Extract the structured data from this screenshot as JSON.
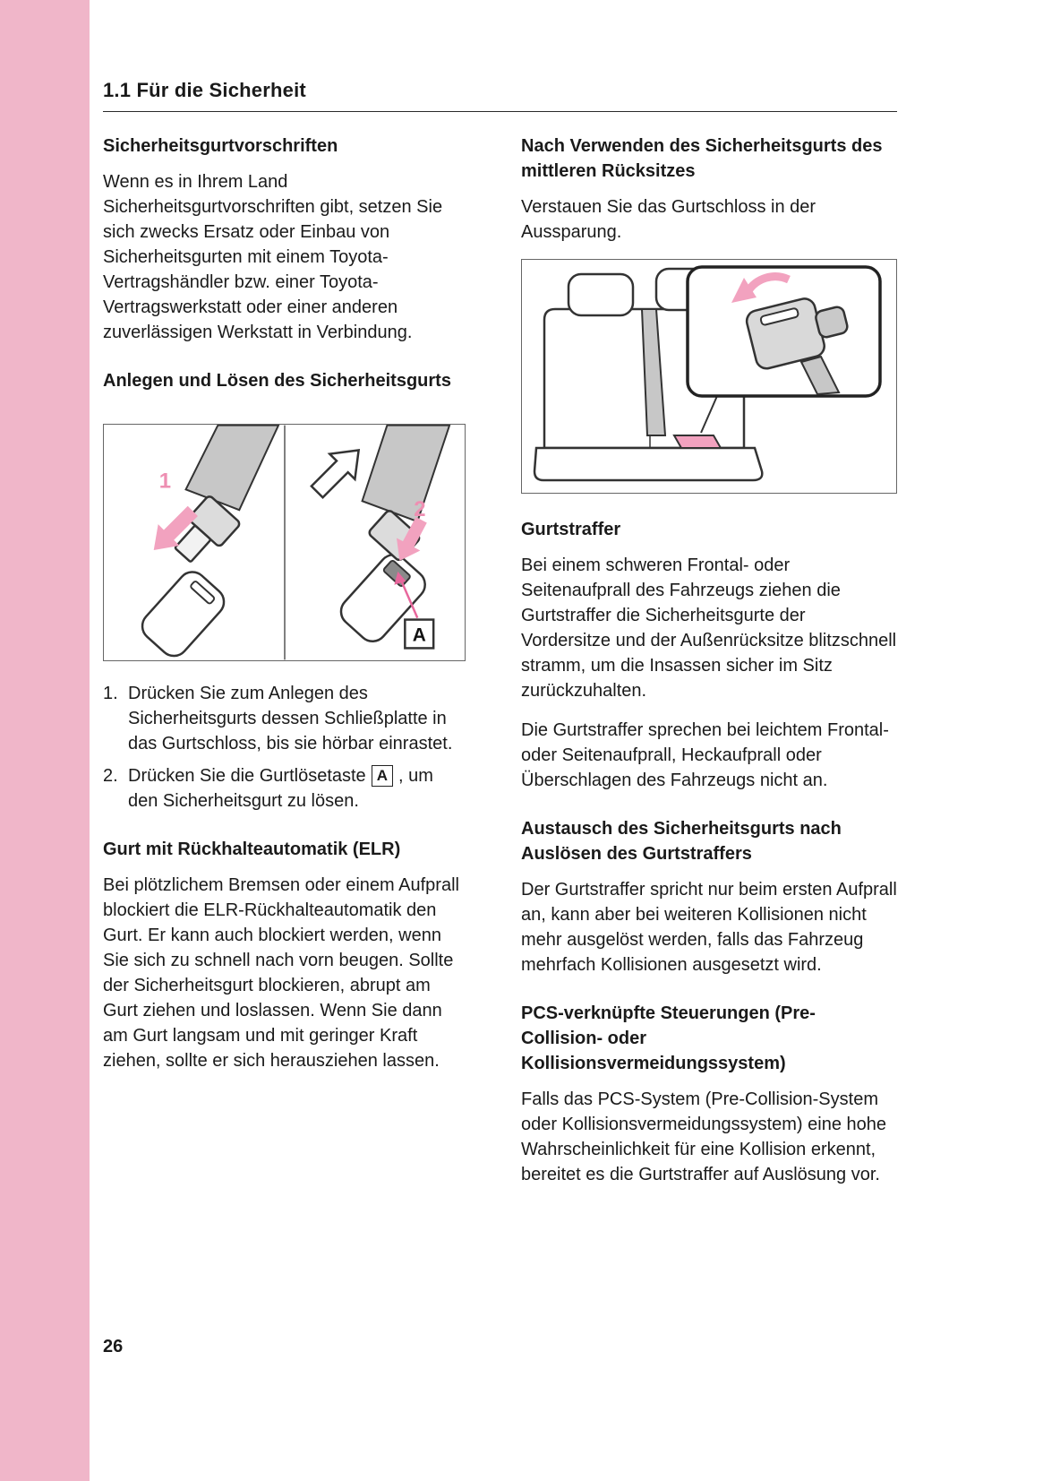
{
  "colors": {
    "edge_band_pink": "#f0b6c9",
    "figure_arrow_pink": "#f2a2bf",
    "callout_arrow_pink": "#e8679c",
    "text": "#1a1a1a"
  },
  "header": {
    "title": "1.1 Für die Sicherheit"
  },
  "left_column": {
    "belt_rules": {
      "heading": "Sicherheitsgurtvorschriften",
      "body": "Wenn es in Ihrem Land Sicherheitsgurtvorschriften gibt, setzen Sie sich zwecks Ersatz oder Einbau von Sicherheitsgurten mit einem Toyota-Vertragshändler bzw. einer Toyota-Vertragswerkstatt oder einer anderen zuverlässigen Werkstatt in Verbindung."
    },
    "fasten_release": {
      "heading": "Anlegen und Lösen des Sicherheitsgurts",
      "figure": {
        "step1_label": "1",
        "step2_label": "2",
        "button_label": "A"
      },
      "steps": {
        "step1_number": "1.",
        "step1_text": "Drücken Sie zum Anlegen des Sicherheitsgurts dessen Schließplatte in das Gurtschloss, bis sie hörbar einrastet.",
        "step2_number": "2.",
        "step2_text_before": "Drücken Sie die Gurtlösetaste",
        "step2_key": "A",
        "step2_text_after": ", um den Sicherheitsgurt zu lösen."
      }
    },
    "elr": {
      "heading": "Gurt mit Rückhalteautomatik (ELR)",
      "body": "Bei plötzlichem Bremsen oder einem Aufprall blockiert die ELR-Rückhalteautomatik den Gurt. Er kann auch blockiert werden, wenn Sie sich zu schnell nach vorn beugen. Sollte der Sicherheitsgurt blockieren, abrupt am Gurt ziehen und loslassen. Wenn Sie dann am Gurt langsam und mit geringer Kraft ziehen, sollte er sich herausziehen lassen."
    }
  },
  "right_column": {
    "center_rear": {
      "heading": "Nach Verwenden des Sicherheitsgurts des mittleren Rücksitzes",
      "body": "Verstauen Sie das Gurtschloss in der Aussparung."
    },
    "pretensioner": {
      "heading": "Gurtstraffer",
      "body1": "Bei einem schweren Frontal- oder Seitenaufprall des Fahrzeugs ziehen die Gurtstraffer die Sicherheitsgurte der Vordersitze und der Außenrücksitze blitzschnell stramm, um die Insassen sicher im Sitz zurückzuhalten.",
      "body2": "Die Gurtstraffer sprechen bei leichtem Frontal- oder Seitenaufprall, Heckaufprall oder Überschlagen des Fahrzeugs nicht an."
    },
    "replacement": {
      "heading": "Austausch des Sicherheitsgurts nach Auslösen des Gurtstraffers",
      "body": "Der Gurtstraffer spricht nur beim ersten Aufprall an, kann aber bei weiteren Kollisionen nicht mehr ausgelöst werden, falls das Fahrzeug mehrfach Kollisionen ausgesetzt wird."
    },
    "pcs": {
      "heading": "PCS-verknüpfte Steuerungen (Pre-Collision- oder Kollisionsvermeidungssystem)",
      "body": "Falls das PCS-System (Pre-Collision-System oder Kollisionsvermeidungssystem) eine hohe Wahrscheinlichkeit für eine Kollision erkennt, bereitet es die Gurtstraffer auf Auslösung vor."
    }
  },
  "footer": {
    "page_number": "26"
  }
}
